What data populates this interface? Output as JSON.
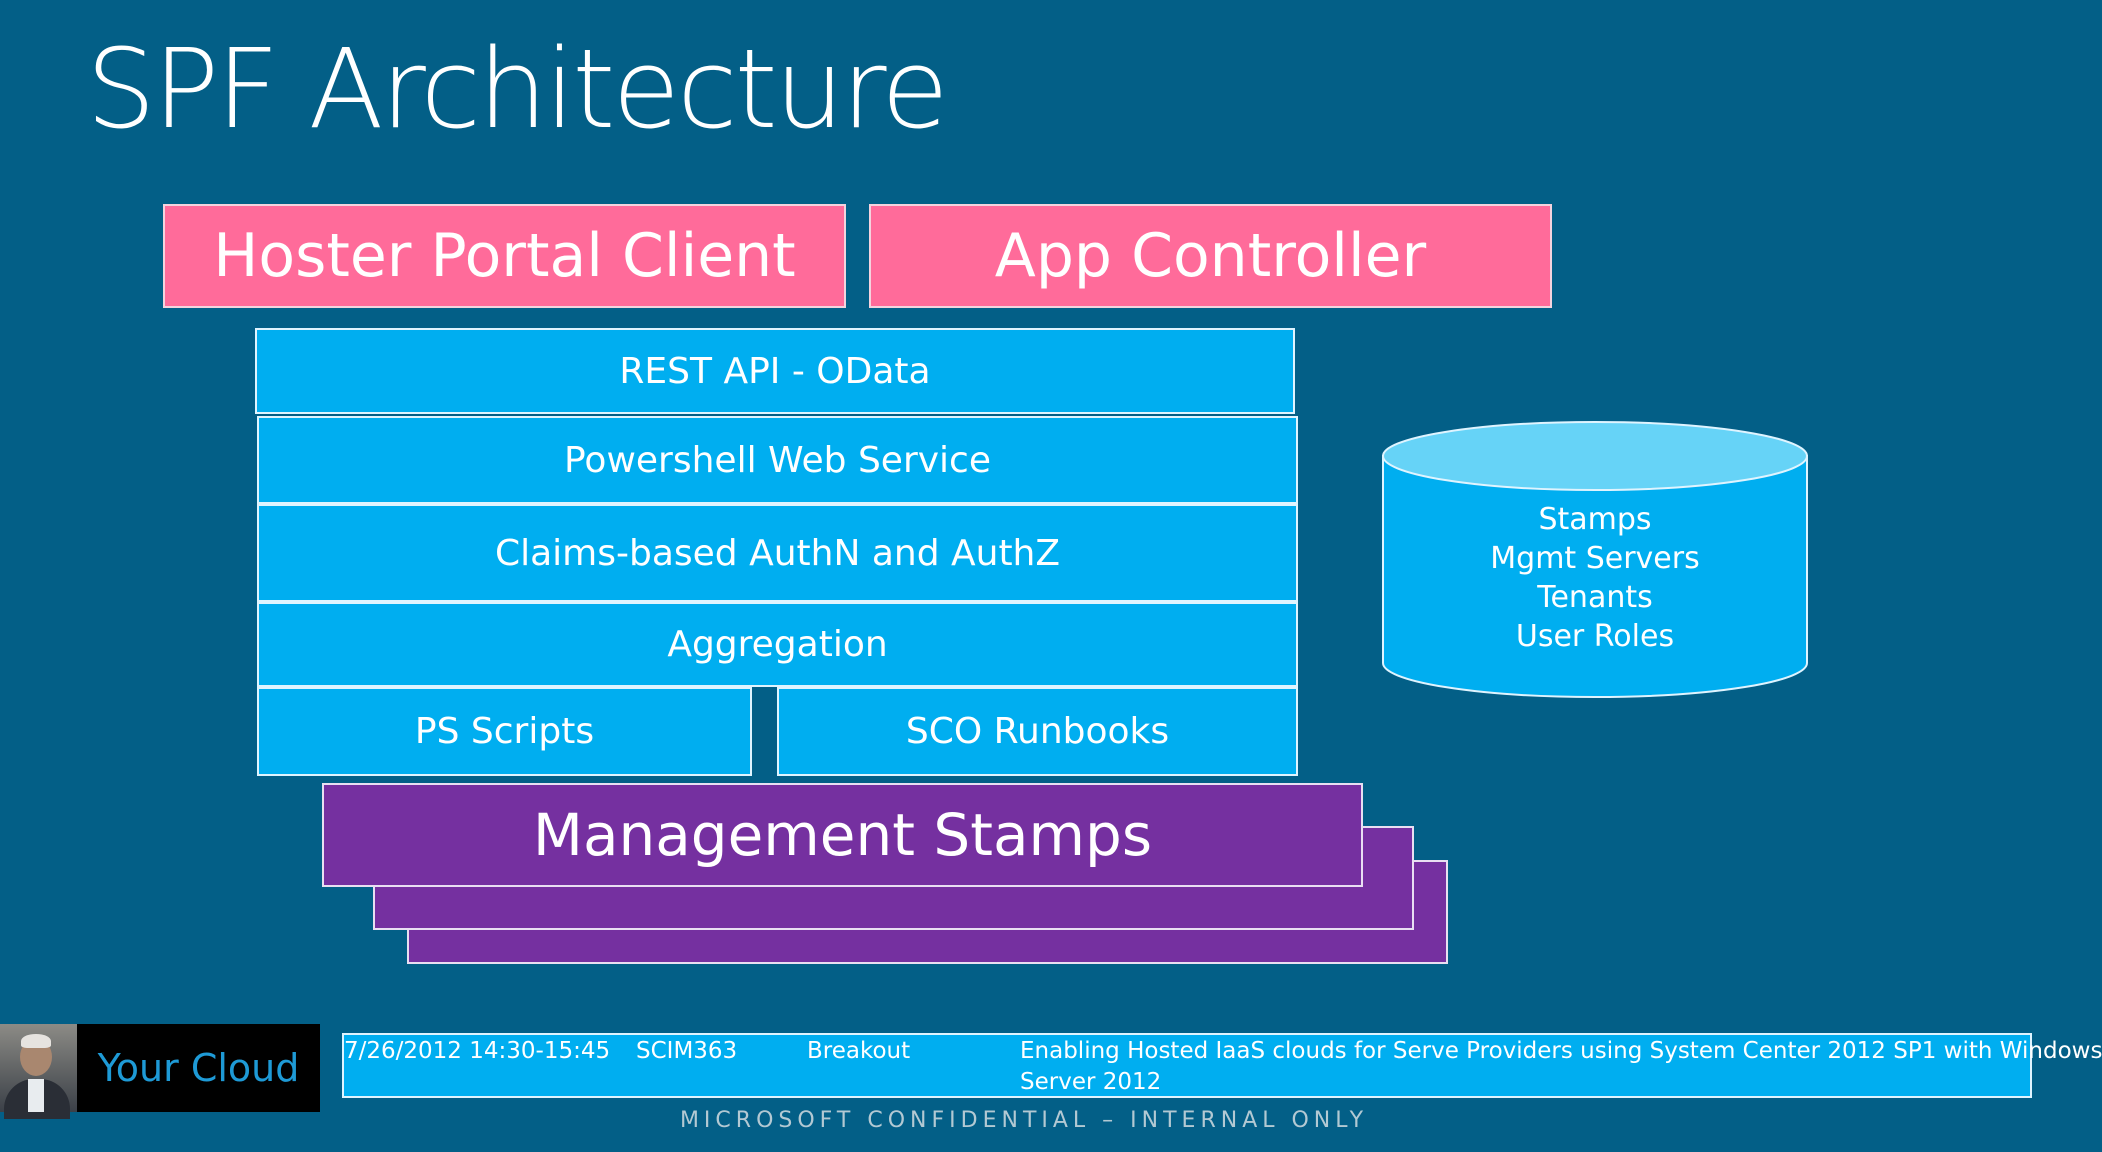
{
  "slide": {
    "title": "SPF Architecture"
  },
  "clients": {
    "hoster_portal": "Hoster Portal Client",
    "app_controller": "App Controller"
  },
  "stack": {
    "rest_api": "REST API - OData",
    "powershell": "Powershell Web Service",
    "claims": "Claims-based AuthN and AuthZ",
    "aggregation": "Aggregation",
    "ps_scripts": "PS Scripts",
    "sco_runbooks": "SCO Runbooks"
  },
  "management": {
    "label": "Management Stamps"
  },
  "database": {
    "items": [
      "Stamps",
      "Mgmt Servers",
      "Tenants",
      "User Roles"
    ]
  },
  "footer": {
    "brand": "Your Cloud",
    "datetime": "7/26/2012 14:30-15:45",
    "code": "SCIM363",
    "type": "Breakout",
    "session_title_line1": "Enabling Hosted IaaS clouds for Serve Providers using System Center 2012 SP1 with Windows",
    "session_title_line2": "Server 2012",
    "confidential": "MICROSOFT CONFIDENTIAL – INTERNAL ONLY"
  },
  "colors": {
    "background": "#035f87",
    "pink": "#ff6b9a",
    "blue": "#00aef0",
    "purple": "#7530a0",
    "db_top": "#66d3f7"
  }
}
